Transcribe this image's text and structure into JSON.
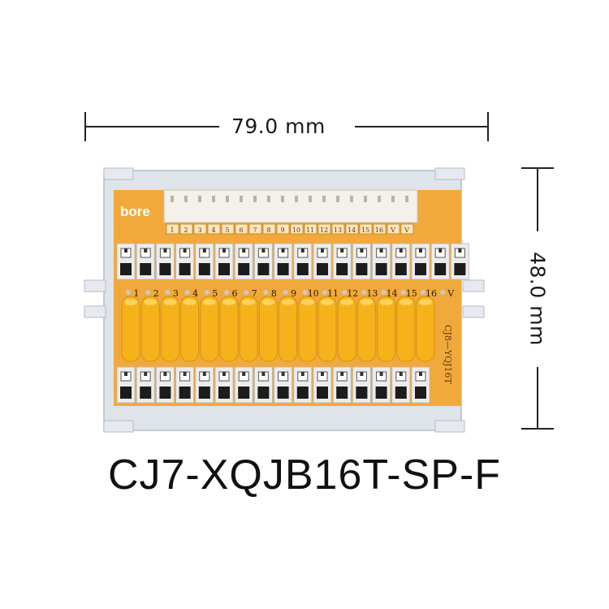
{
  "dimensions": {
    "width_label": "79.0 mm",
    "height_label": "48.0 mm"
  },
  "product": {
    "model": "CJ7-XQJB16T-SP-F",
    "brand_logo": "bore",
    "board_marking": "CJ8—YQJ16T"
  },
  "header_labels": [
    "1",
    "2",
    "3",
    "4",
    "5",
    "6",
    "7",
    "8",
    "9",
    "10",
    "11",
    "12",
    "13",
    "14",
    "15",
    "16",
    "V",
    "V"
  ],
  "channel_labels": [
    "1",
    "2",
    "3",
    "4",
    "5",
    "6",
    "7",
    "8",
    "9",
    "10",
    "11",
    "12",
    "13",
    "14",
    "15",
    "16",
    "V"
  ],
  "colors": {
    "board": "#f2a93b",
    "rail": "#dfe3ea",
    "terminal": "#e8e8e8",
    "varistor": "#f6b21a"
  }
}
